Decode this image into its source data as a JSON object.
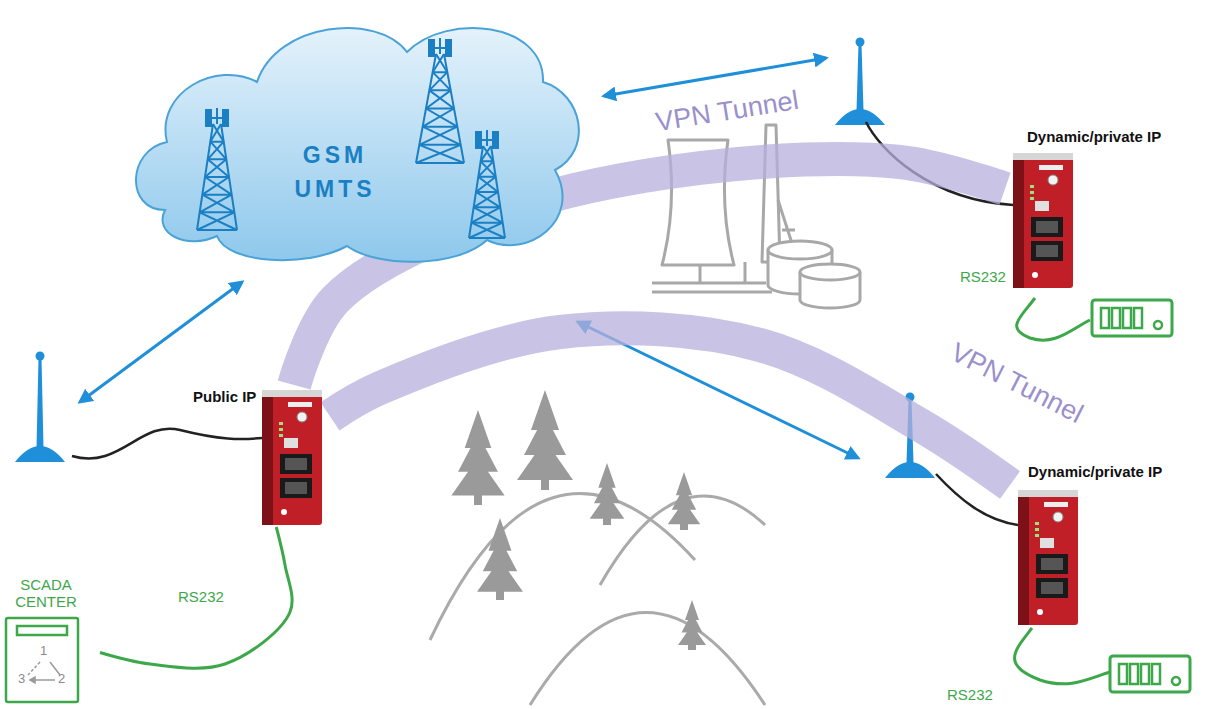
{
  "diagram": {
    "nodes": [
      {
        "text": [
          "GSM UMTS"
        ]
      },
      {
        "text": [
          "Dynamic/private IP"
        ]
      },
      {
        "text": [
          "Public IP"
        ]
      },
      {
        "text": [
          "Dynamic/private IP"
        ]
      },
      {
        "text": [
          "SCADA CENTER",
          "1",
          "2",
          "3"
        ]
      }
    ],
    "edges": [
      {
        "from": 2,
        "to": 1,
        "arrow": "none",
        "label": "VPN Tunnel"
      },
      {
        "from": 2,
        "to": 3,
        "arrow": "none",
        "label": "VPN Tunnel"
      },
      {
        "from": 2,
        "to": 4,
        "arrow": "none",
        "label": "RS232"
      }
    ],
    "labels": [
      "RS232",
      "RS232"
    ]
  }
}
